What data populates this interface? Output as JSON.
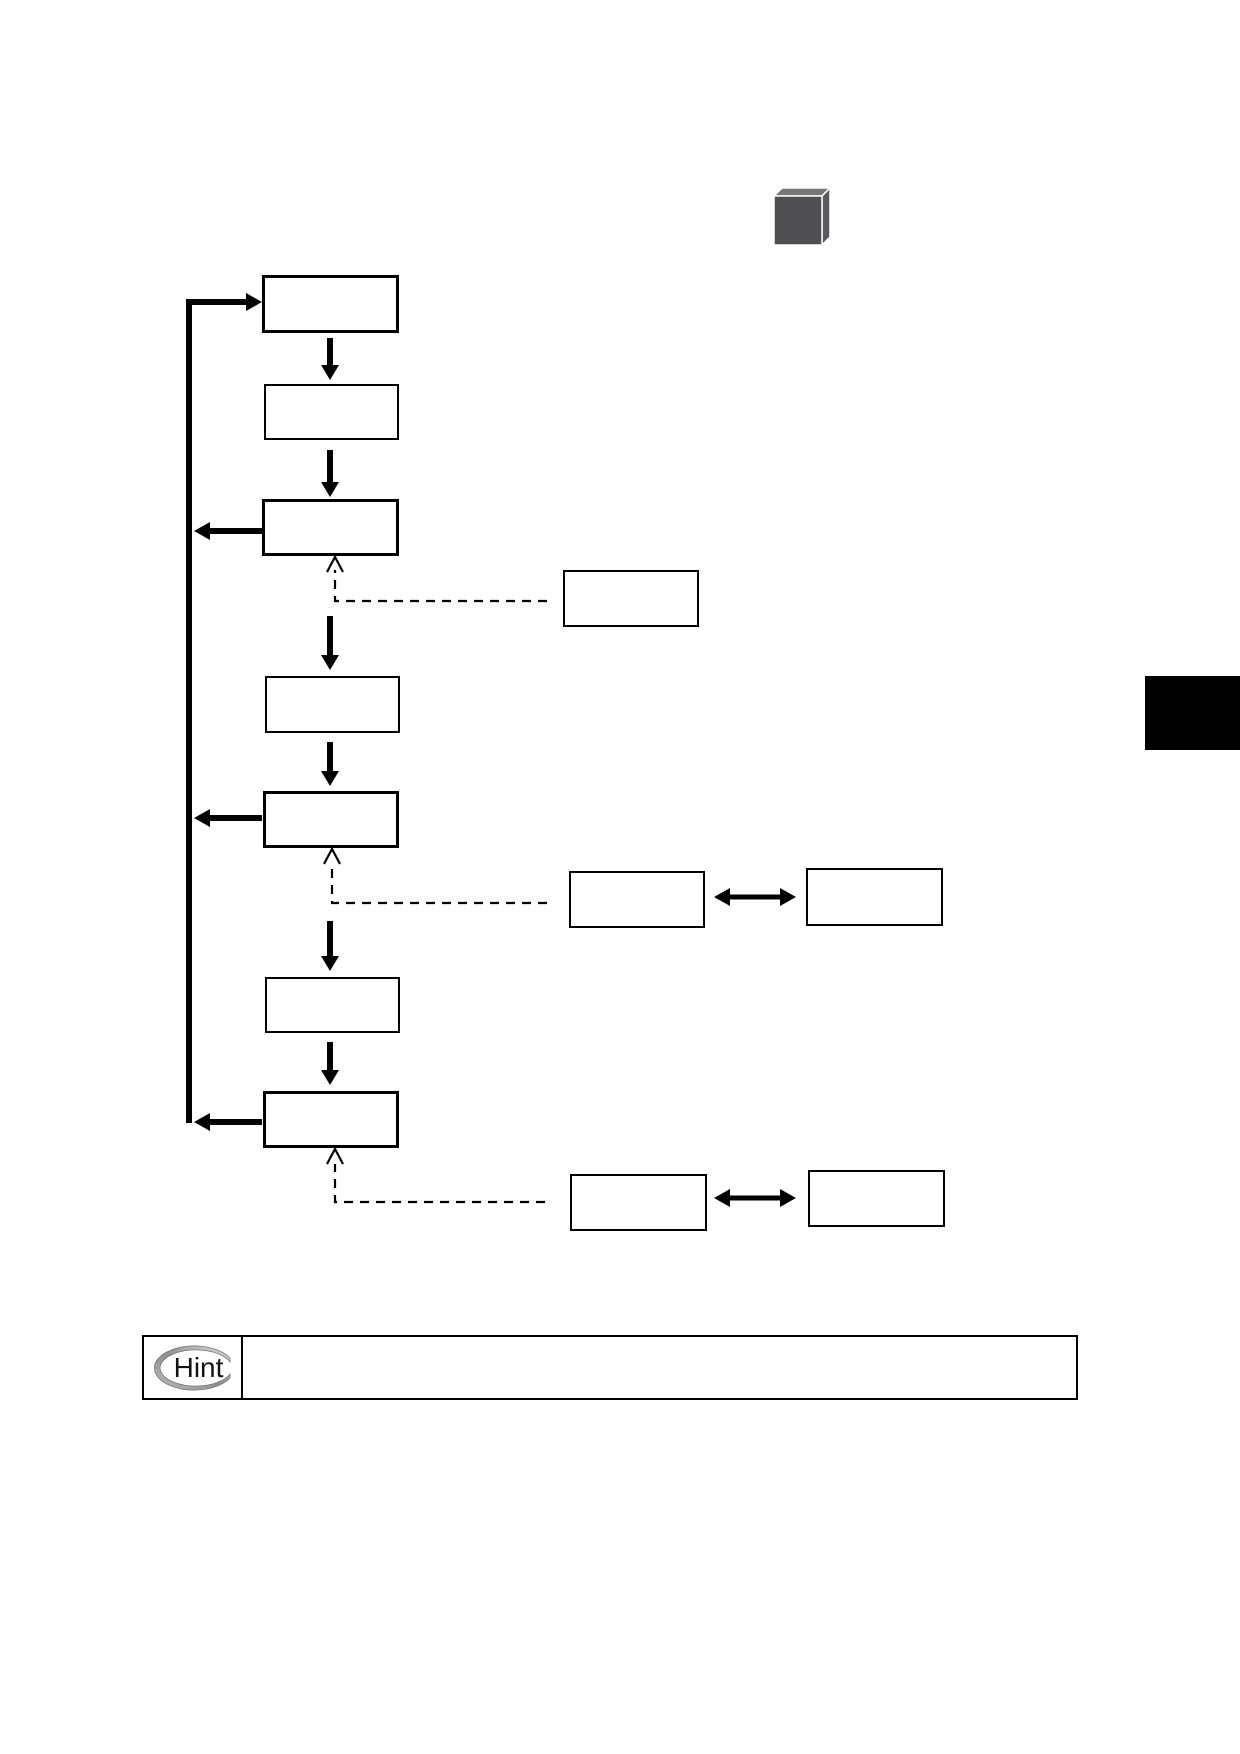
{
  "document": {
    "kind": "manual-page-flowchart",
    "hint": {
      "label": "Hint",
      "content": ""
    }
  },
  "diagram": {
    "flow_boxes": [
      {
        "id": "flow-box-1",
        "label": ""
      },
      {
        "id": "flow-box-2",
        "label": ""
      },
      {
        "id": "flow-box-3",
        "label": ""
      },
      {
        "id": "flow-box-4",
        "label": ""
      },
      {
        "id": "flow-box-5",
        "label": ""
      },
      {
        "id": "flow-box-6",
        "label": ""
      },
      {
        "id": "flow-box-7",
        "label": ""
      }
    ],
    "side_boxes": [
      {
        "id": "side-box-1",
        "label": ""
      },
      {
        "id": "side-box-2",
        "label": ""
      },
      {
        "id": "side-box-3",
        "label": ""
      },
      {
        "id": "side-box-4",
        "label": ""
      },
      {
        "id": "side-box-5",
        "label": ""
      }
    ],
    "connectors": {
      "solid_down_arrows": 6,
      "loop_return_arrows": 3,
      "dashed_callout_arrows": 3,
      "double_headed_arrows": 2
    }
  },
  "icons": {
    "cube": "cube-3d",
    "hint_logo": "hint-ellipse-swoosh"
  },
  "colors": {
    "page_background": "#ffffff",
    "line": "#000000",
    "chapter_tab": "#000000",
    "cube_front": "#4f4f52",
    "cube_top": "#77777a",
    "cube_side": "#5a5a5e",
    "hint_swoosh_dark": "#8e8e8e",
    "hint_swoosh_light": "#e2e2e2"
  }
}
